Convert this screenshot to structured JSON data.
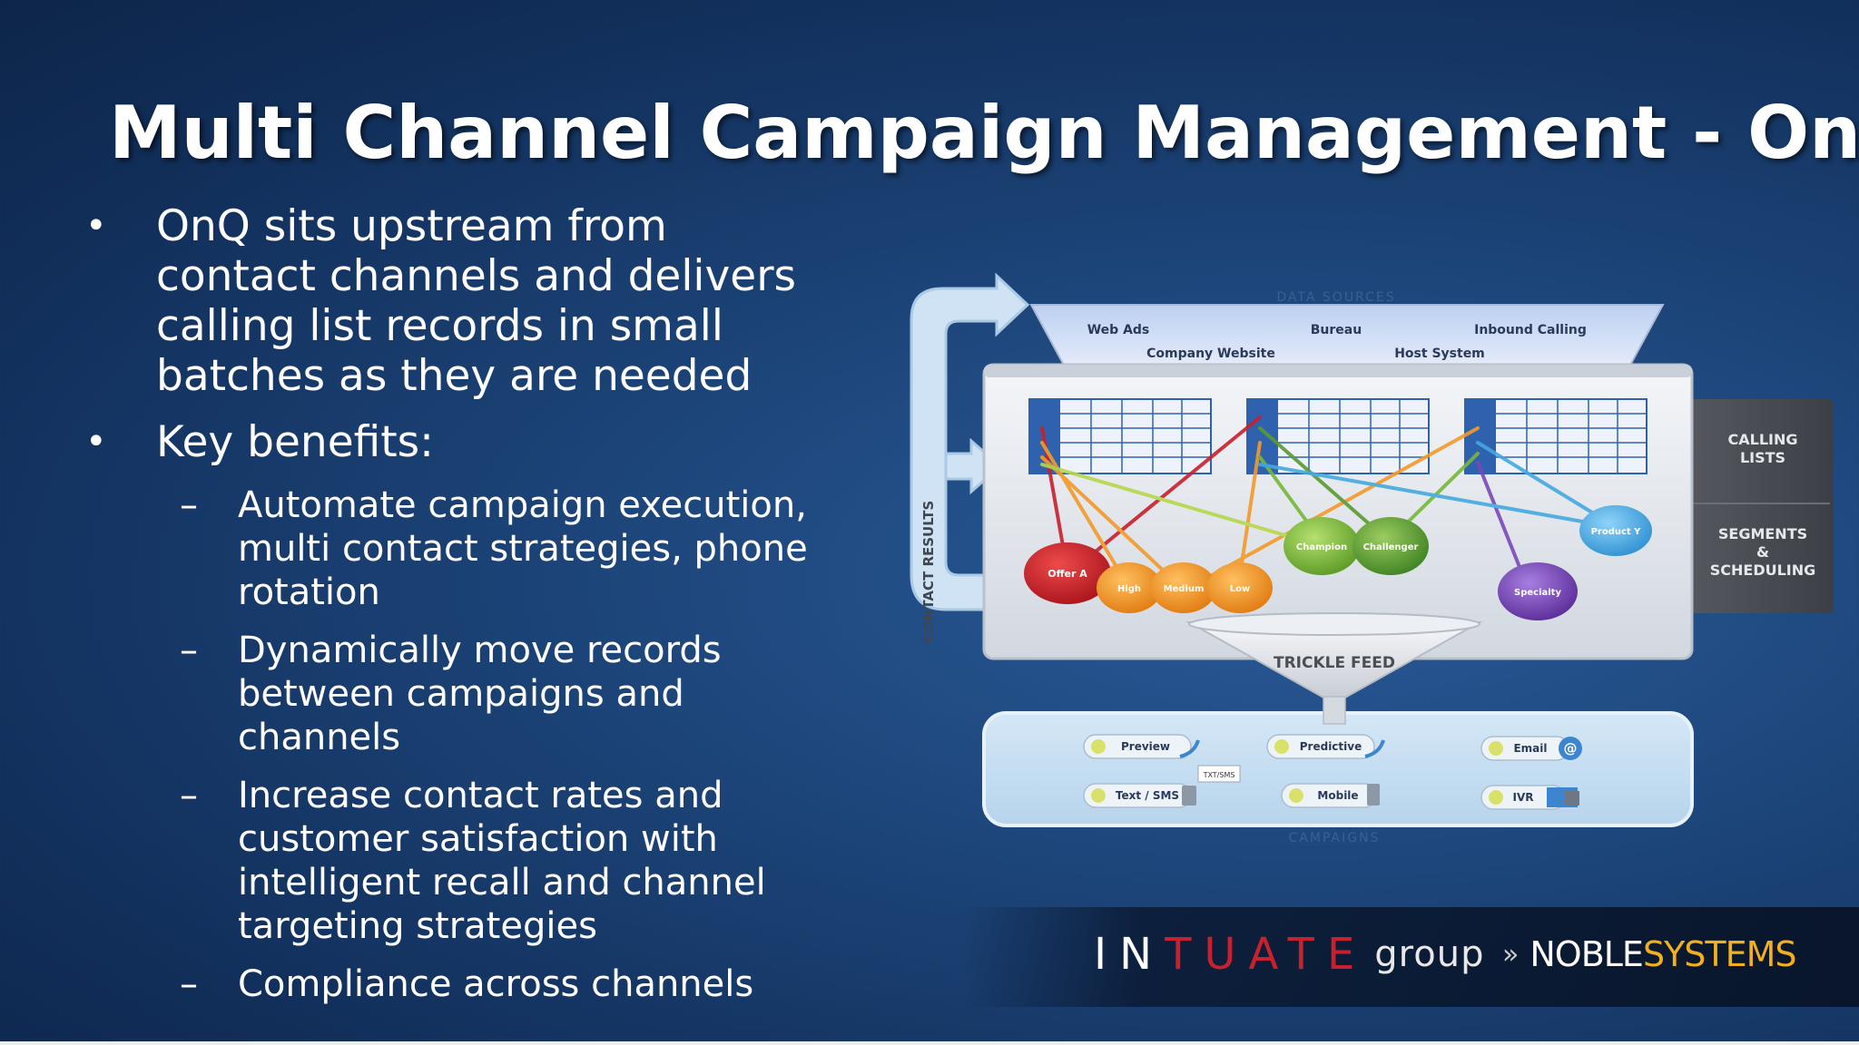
{
  "slide": {
    "title": "Multi Channel Campaign Management - OnQ",
    "bullets": [
      {
        "text": "OnQ sits upstream from contact channels and delivers calling list records in small batches as they are needed",
        "sub": []
      },
      {
        "text": "Key benefits:",
        "sub": [
          "Automate campaign execution, multi contact strategies, phone rotation",
          "Dynamically move records between campaigns and channels",
          "Increase contact rates and customer satisfaction with intelligent recall and channel targeting strategies",
          "Compliance across channels"
        ]
      }
    ]
  },
  "diagram": {
    "data_sources_label": "DATA SOURCES",
    "sources": [
      "Web Ads",
      "Company Website",
      "Bureau",
      "Host System",
      "Inbound Calling"
    ],
    "side_labels": {
      "calling_1": "CALLING",
      "calling_2": "LISTS",
      "segments_1": "SEGMENTS",
      "segments_2": "&",
      "segments_3": "SCHEDULING"
    },
    "contact_results": "CONTACT RESULTS",
    "trickle_feed": "TRICKLE FEED",
    "campaigns_label": "CAMPAIGNS",
    "segments": [
      "Offer A",
      "High",
      "Medium",
      "Low",
      "Champion",
      "Challenger",
      "Specialty",
      "Product Y"
    ],
    "channels": [
      "Preview",
      "Predictive",
      "Email",
      "Text / SMS",
      "Mobile",
      "IVR"
    ],
    "sms_tag": "TXT/SMS",
    "colors": {
      "red": "#c8202c",
      "orange": "#f39a28",
      "green": "#76b83a",
      "purple": "#7a48b8",
      "blue": "#44a8e0"
    }
  },
  "footer": {
    "logo_left_a": "IN",
    "logo_left_b": "TUATE",
    "logo_left_c": "group",
    "logo_right_arrow": "»",
    "logo_right_a": "NOBLE",
    "logo_right_b": "SYSTEMS"
  }
}
